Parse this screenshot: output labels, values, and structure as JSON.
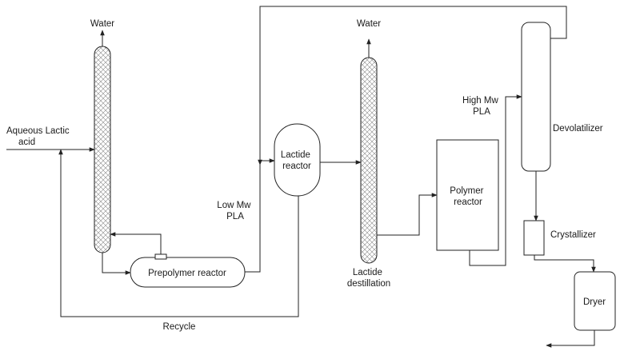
{
  "labels": {
    "water_1": "Water",
    "water_2": "Water",
    "feed": [
      "Aqueous Lactic",
      "acid"
    ],
    "low_mw": [
      "Low Mw",
      "PLA"
    ],
    "high_mw": [
      "High Mw",
      "PLA"
    ],
    "recycle": "Recycle"
  },
  "units": {
    "prepolymer_reactor": [
      "Prepolymer reactor"
    ],
    "lactide_reactor": [
      "Lactide",
      "reactor"
    ],
    "lactide_distillation": [
      "Lactide",
      "destillation"
    ],
    "polymer_reactor": [
      "Polymer",
      "reactor"
    ],
    "devolatilizer": [
      "Devolatilizer"
    ],
    "crystallizer": [
      "Crystallizer"
    ],
    "dryer": [
      "Dryer"
    ]
  }
}
